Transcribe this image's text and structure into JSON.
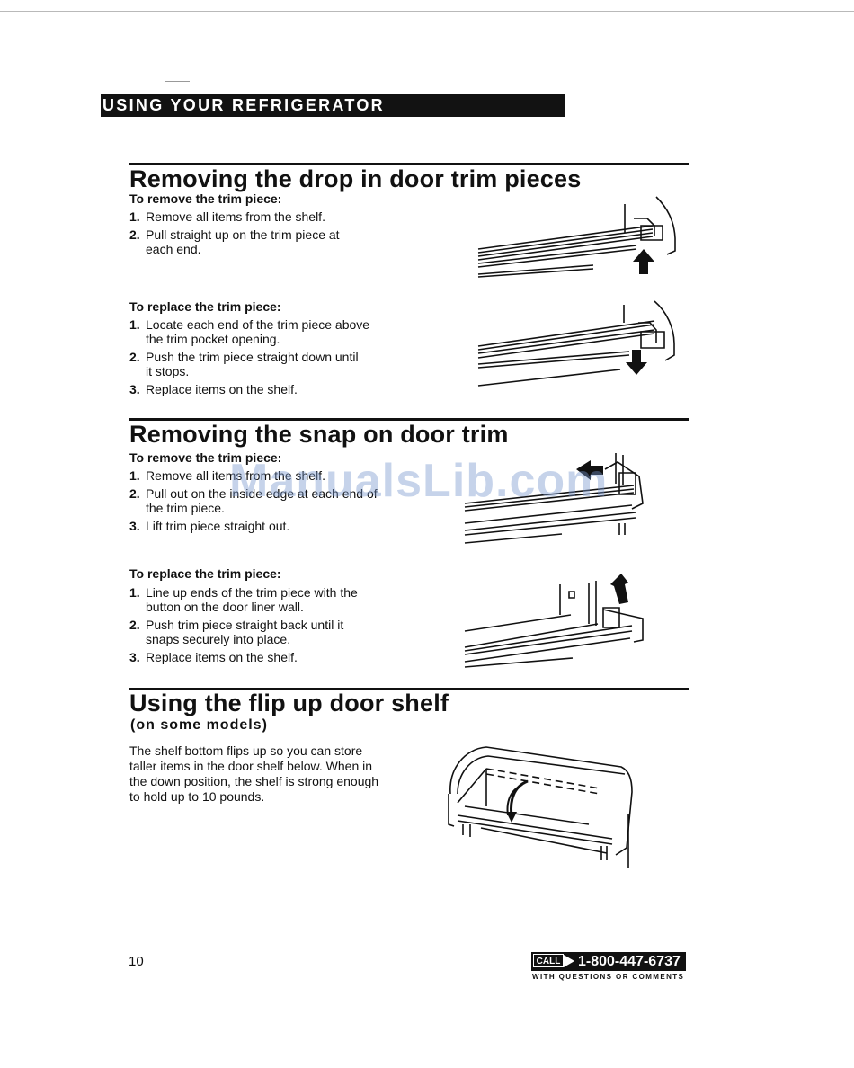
{
  "header": {
    "banner": "USING YOUR REFRIGERATOR"
  },
  "sections": [
    {
      "title": "Removing the drop in door trim pieces",
      "remove": {
        "lead": "To remove the trim piece:",
        "steps": [
          {
            "num": "1.",
            "lines": [
              "Remove all items from the shelf."
            ]
          },
          {
            "num": "2.",
            "lines": [
              "Pull straight up on the trim piece at",
              "each end."
            ]
          }
        ]
      },
      "replace": {
        "lead": "To replace the trim piece:",
        "steps": [
          {
            "num": "1.",
            "lines": [
              "Locate each end of the trim piece above",
              "the trim pocket opening."
            ]
          },
          {
            "num": "2.",
            "lines": [
              "Push the trim piece straight down until",
              "it stops."
            ]
          },
          {
            "num": "3.",
            "lines": [
              "Replace items on the shelf."
            ]
          }
        ]
      }
    },
    {
      "title": "Removing the snap on door trim",
      "remove": {
        "lead": "To remove the trim piece:",
        "steps": [
          {
            "num": "1.",
            "lines": [
              "Remove all items from the shelf."
            ]
          },
          {
            "num": "2.",
            "lines": [
              "Pull out on the inside edge at each end of",
              "the trim piece."
            ]
          },
          {
            "num": "3.",
            "lines": [
              "Lift trim piece straight out."
            ]
          }
        ]
      },
      "replace": {
        "lead": "To replace the trim piece:",
        "steps": [
          {
            "num": "1.",
            "lines": [
              "Line up ends of the trim piece with the",
              "button on the door liner wall."
            ]
          },
          {
            "num": "2.",
            "lines": [
              "Push trim piece straight back until it",
              "snaps securely into place."
            ]
          },
          {
            "num": "3.",
            "lines": [
              "Replace items on the shelf."
            ]
          }
        ]
      }
    },
    {
      "title": "Using the flip up door shelf",
      "subtitle": "(on some models)",
      "paragraph": [
        "The shelf bottom flips up so you can store",
        "taller items in the door shelf below. When in",
        "the down position, the shelf is strong enough",
        "to hold up to 10 pounds."
      ]
    }
  ],
  "footer": {
    "page_number": "10",
    "call_tag": "CALL",
    "phone": "1-800-447-6737",
    "call_sub": "WITH QUESTIONS OR COMMENTS"
  },
  "watermark": "ManualsLib.com"
}
